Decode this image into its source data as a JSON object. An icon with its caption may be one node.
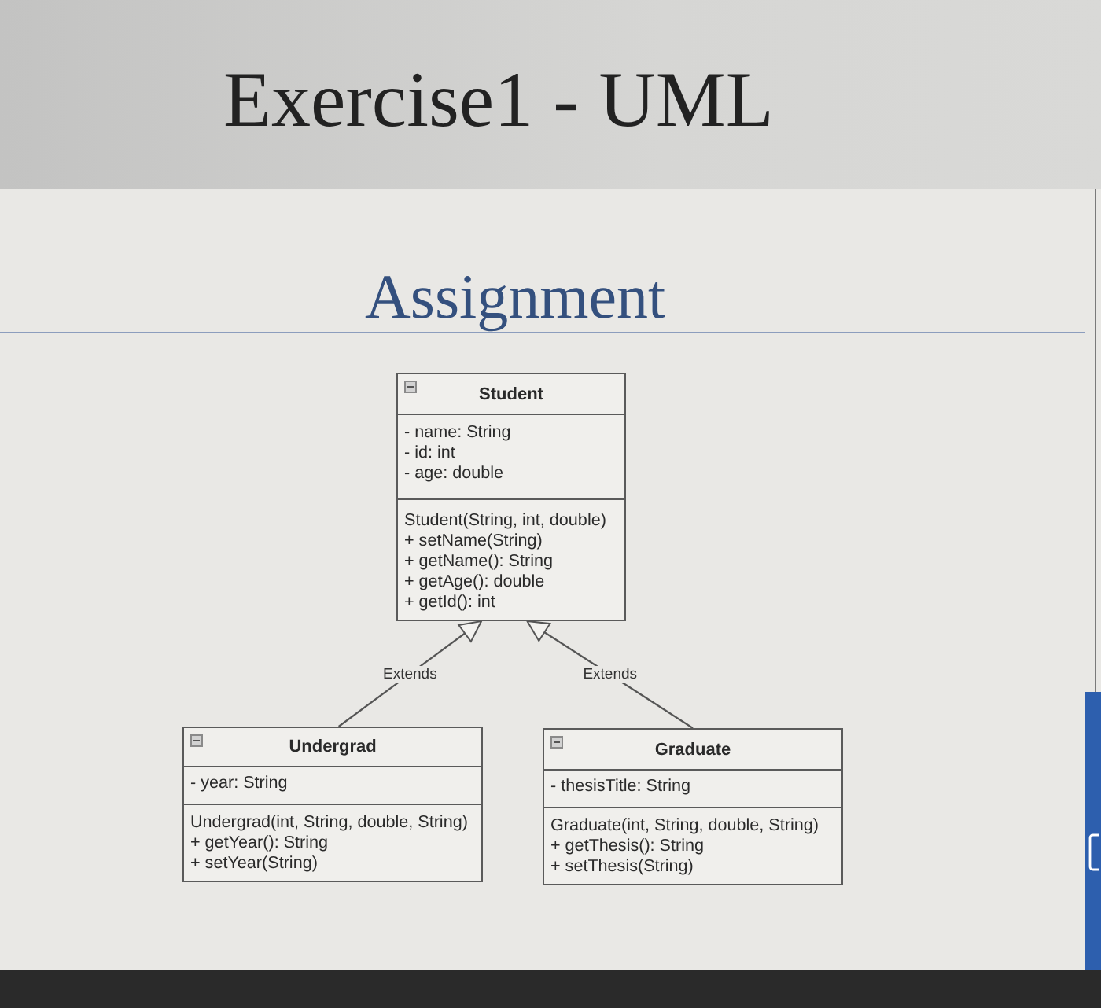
{
  "diagram": {
    "title": "Exercise1 - UML",
    "nodes": [
      {
        "text": [
          "Student"
        ]
      },
      {
        "text": [
          "- name: String",
          "- id: int",
          "- age: double"
        ],
        "in": 0
      },
      {
        "text": [
          "Student(String, int, double)",
          "+ setName(String)",
          "+ getName(): String",
          "+ getAge(): double",
          "+ getId(): int"
        ],
        "in": 0
      },
      {
        "text": [
          "Undergrad"
        ]
      },
      {
        "text": [
          "- year: String"
        ],
        "in": 3
      },
      {
        "text": [
          "Undergrad(int, String, double, String)",
          "+ getYear(): String",
          "+ setYear(String)"
        ],
        "in": 3
      },
      {
        "text": [
          "Graduate"
        ]
      },
      {
        "text": [
          "- thesisTitle: String"
        ],
        "in": 6
      },
      {
        "text": [
          "Graduate(int, String, double, String)",
          "+ getThesis(): String",
          "+ setThesis(String)"
        ],
        "in": 6
      }
    ],
    "edges": [
      {
        "from": 3,
        "to": 0,
        "arrow": "to",
        "label": "Extends"
      },
      {
        "from": 6,
        "to": 0,
        "arrow": "to",
        "label": "Extends"
      }
    ],
    "labels": [
      "Assignment"
    ]
  }
}
